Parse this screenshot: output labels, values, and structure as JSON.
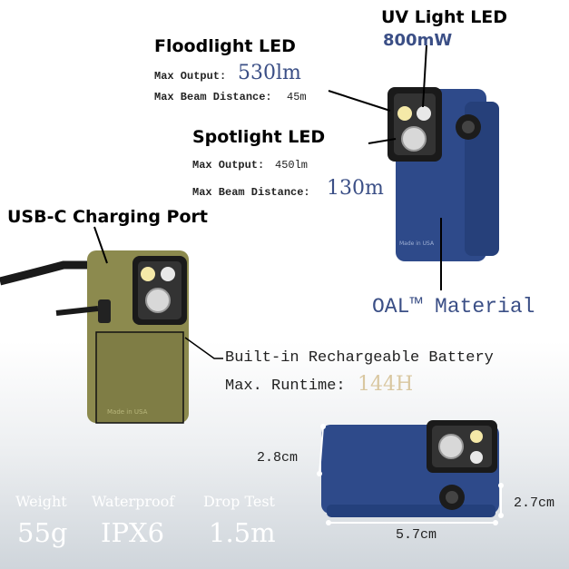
{
  "uv": {
    "title": "UV Light LED",
    "value": "800mW"
  },
  "floodlight": {
    "title": "Floodlight LED",
    "max_output_label": "Max Output:",
    "max_output_value": "530lm",
    "max_beam_label": "Max Beam Distance:",
    "max_beam_value": "45m"
  },
  "spotlight": {
    "title": "Spotlight LED",
    "max_output_label": "Max Output:",
    "max_output_value": "450lm",
    "max_beam_label": "Max Beam Distance:",
    "max_beam_value": "130m"
  },
  "usb": {
    "title": "USB-C Charging Port"
  },
  "material": {
    "label": "OAL™ Material"
  },
  "battery": {
    "label": "Built-in Rechargeable Battery",
    "runtime_label": "Max. Runtime:",
    "runtime_value": "144H"
  },
  "dimensions": {
    "height_left": "2.8cm",
    "height_right": "2.7cm",
    "width": "5.7cm"
  },
  "specs": {
    "weight_label": "Weight",
    "weight_value": "55g",
    "waterproof_label": "Waterproof",
    "waterproof_value": "IPX6",
    "drop_label": "Drop Test",
    "drop_value": "1.5m"
  },
  "colors": {
    "accent_blue": "#3b4f86",
    "runtime_gold": "#d9c7a0",
    "device_blue": "#2e4a8a",
    "device_olive": "#8c8a4e"
  }
}
